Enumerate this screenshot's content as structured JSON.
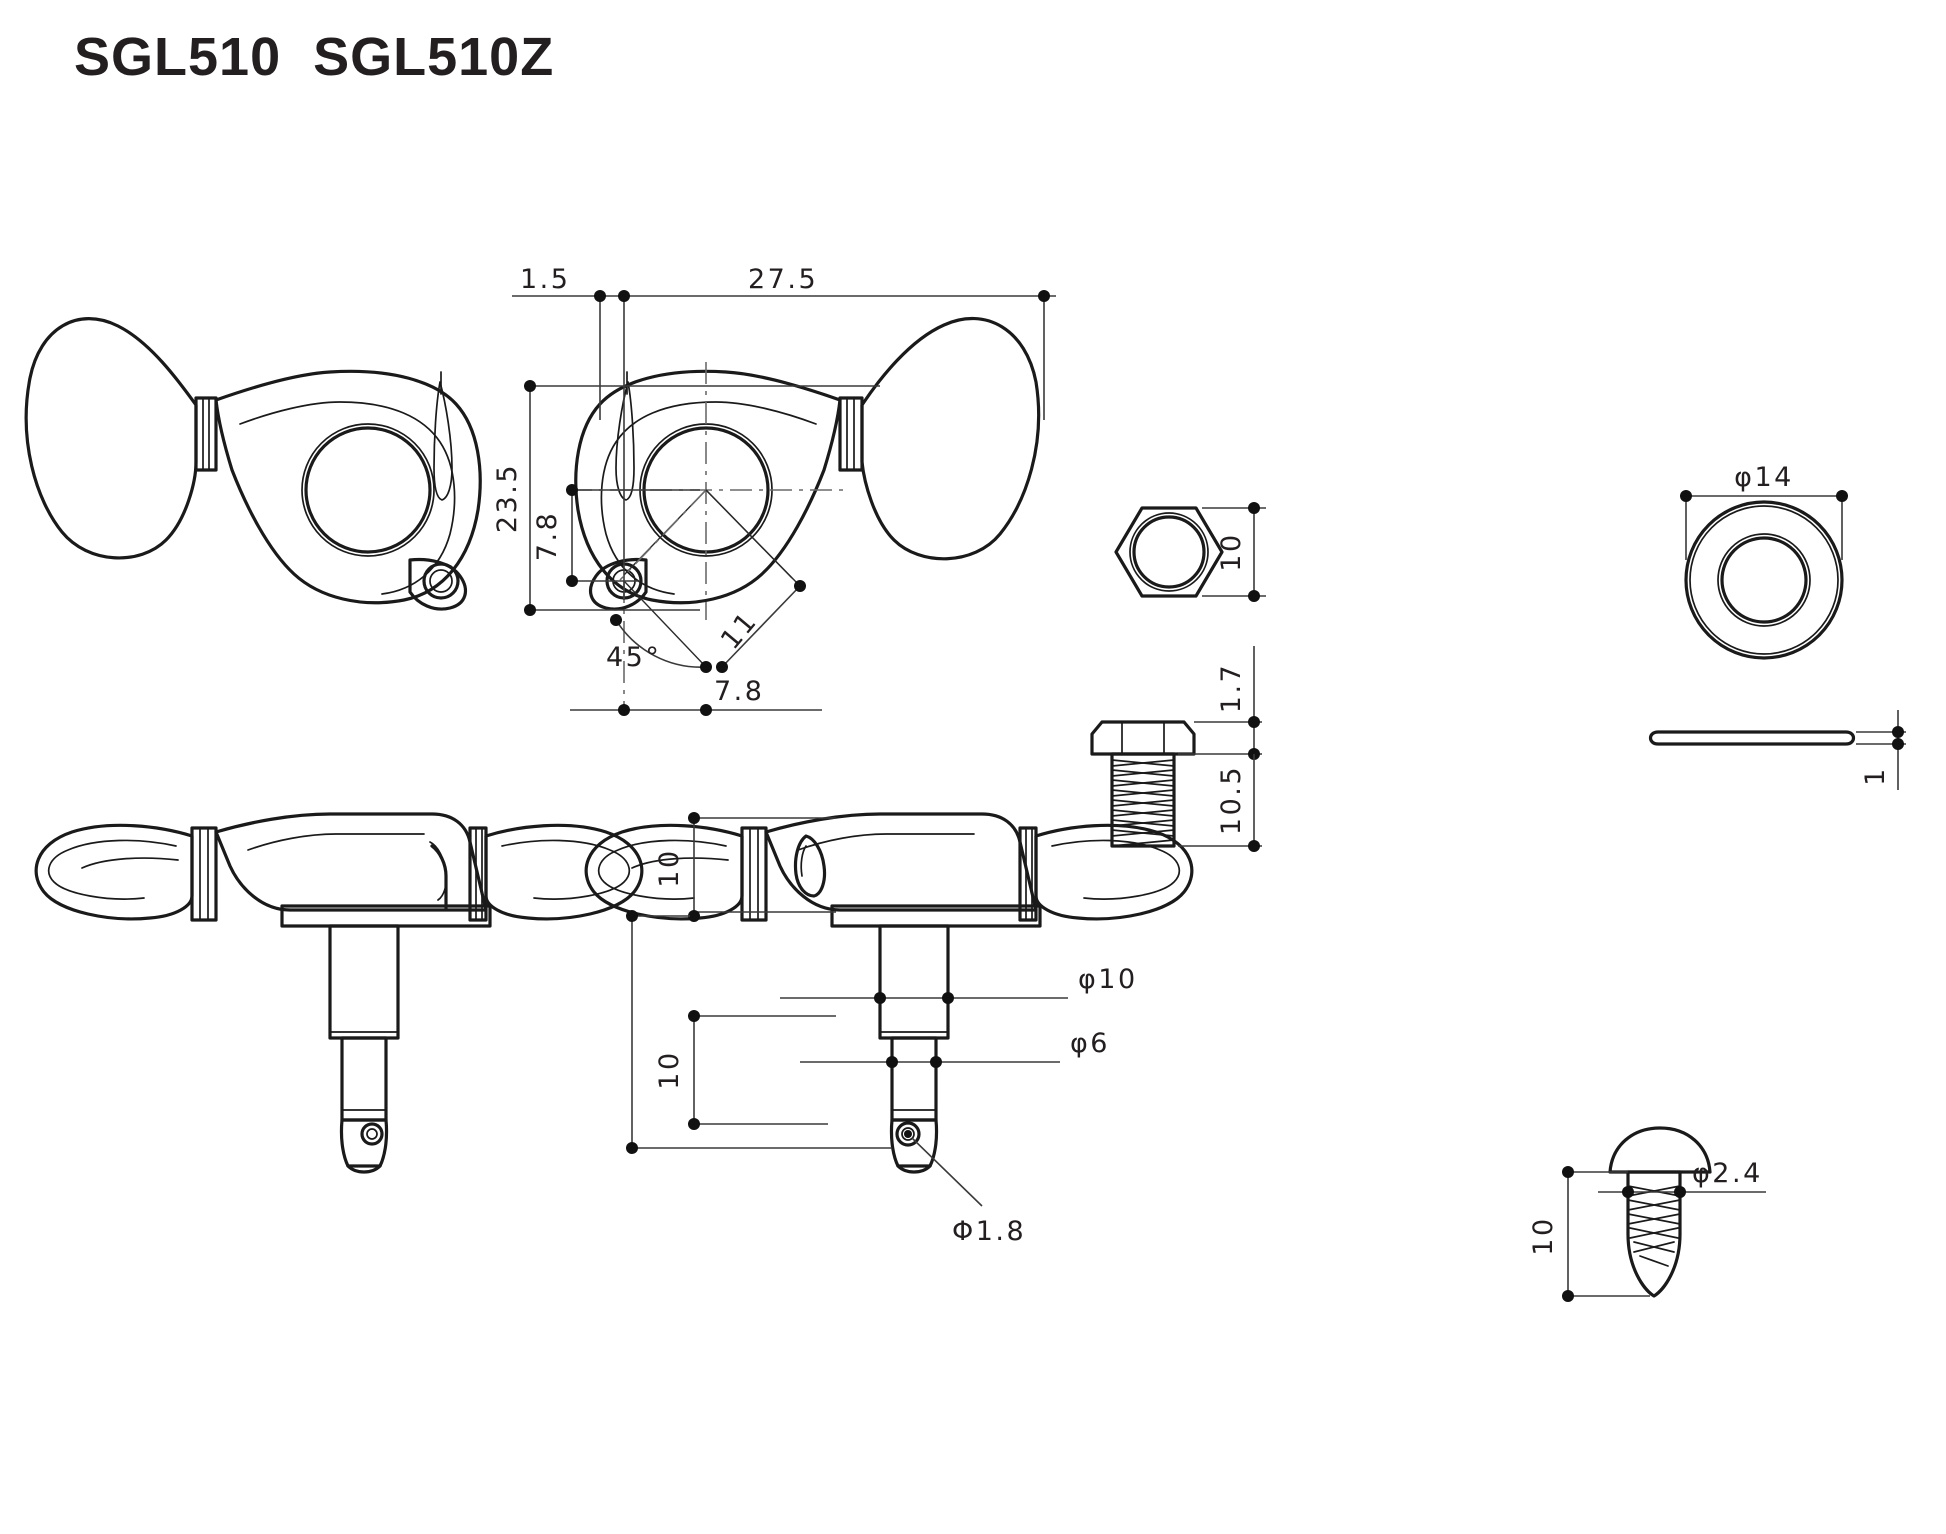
{
  "title": "SGL510  SGL510Z",
  "drawing": {
    "type": "technical-dimension-drawing",
    "subject": "Guitar machine head / tuning peg set",
    "units": "mm",
    "views": [
      {
        "name": "top-view-left",
        "label": ""
      },
      {
        "name": "top-view-dimensioned",
        "label": ""
      },
      {
        "name": "side-view-left",
        "label": ""
      },
      {
        "name": "side-view-dimensioned",
        "label": ""
      },
      {
        "name": "hex-nut-front",
        "label": ""
      },
      {
        "name": "bushing-side",
        "label": ""
      },
      {
        "name": "washer-front",
        "label": ""
      },
      {
        "name": "washer-side",
        "label": ""
      },
      {
        "name": "screw-side",
        "label": ""
      }
    ]
  },
  "dimensions": {
    "top_view": {
      "d1": "1.5",
      "d2": "27.5",
      "d3": "23.5",
      "d4": "7.8",
      "d5": "45°",
      "d6": "11",
      "d7": "7.8"
    },
    "side_view": {
      "height_upper": "10",
      "height_lower": "10",
      "post_major": "φ10",
      "post_minor": "φ6",
      "string_hole": "Φ1.8"
    },
    "hex_nut": {
      "across_flats": "10"
    },
    "bushing": {
      "flange_thickness": "1.7",
      "thread_length": "10.5"
    },
    "washer": {
      "outer_diameter": "φ14",
      "thickness": "1"
    },
    "screw": {
      "length": "10",
      "shank_diameter": "φ2.4"
    }
  },
  "colors": {
    "ink": "#231f20",
    "line": "#1a1a1a",
    "background": "#ffffff"
  }
}
